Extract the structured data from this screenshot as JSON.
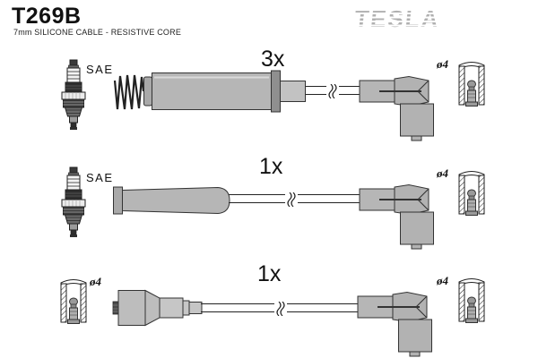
{
  "header": {
    "part_number": "T269B",
    "subtitle": "7mm SILICONE CABLE - RESISTIVE CORE",
    "brand": "TESLA"
  },
  "colors": {
    "outline": "#222222",
    "part_gray": "#b6b6b6",
    "part_gray_light": "#c6c6c6",
    "ring_gray": "#8f8f8f",
    "logo_gray": "#b0b0b0"
  },
  "icons": {
    "spark_plug": "spark-plug-icon",
    "coil_spring": "coil-spring-icon",
    "straight_boot": "straight-boot-icon",
    "stepped_boot": "stepped-boot-icon",
    "elbow_connector": "elbow-connector-boot-icon",
    "terminal_socket": "terminal-socket-section-icon",
    "cable_break": "cable-break-mark-icon"
  },
  "rows": [
    {
      "count": "3x",
      "plug_standard": "SAE",
      "diameter_right": "ø4"
    },
    {
      "count": "1x",
      "plug_standard": "SAE",
      "diameter_right": "ø4"
    },
    {
      "count": "1x",
      "diameter_left": "ø4",
      "diameter_right": "ø4"
    }
  ]
}
